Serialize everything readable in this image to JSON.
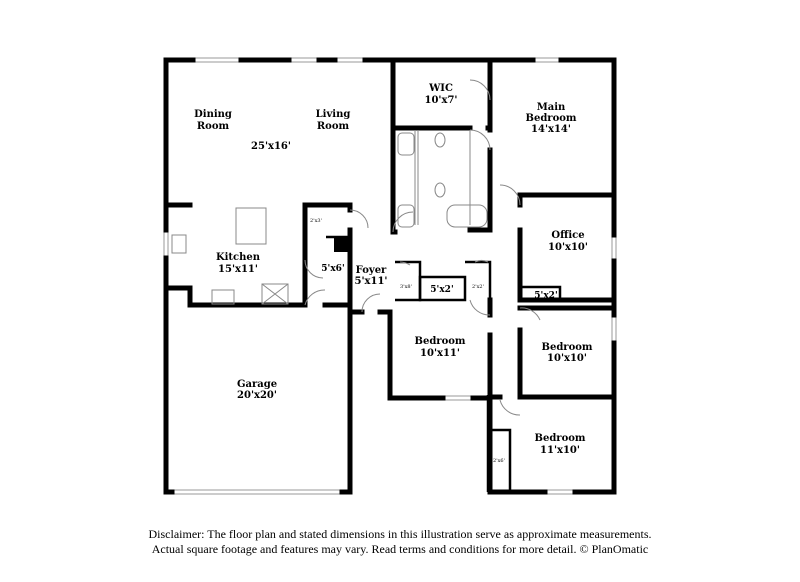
{
  "rooms": [
    {
      "name": "Dining\nRoom",
      "line1": "Dining",
      "line2": "Room"
    },
    {
      "line1": "Living",
      "line2": "Room",
      "dims": "25'x16'"
    },
    {
      "line1": "WIC",
      "line2": "10'x7'"
    },
    {
      "line1": "Main",
      "line2": "Bedroom",
      "dims": "14'x14'"
    },
    {
      "line1": "Kitchen",
      "line2": "15'x11'"
    },
    {
      "line1": "Office",
      "line2": "10'x10'"
    },
    {
      "line1": "Foyer",
      "line2": "5'x11'"
    },
    {
      "line1": "Bedroom",
      "line2": "10'x11'"
    },
    {
      "line1": "Bedroom",
      "line2": "10'x10'"
    },
    {
      "line1": "Garage",
      "line2": "20'x20'"
    },
    {
      "line1": "Bedroom",
      "line2": "11'x10'"
    }
  ],
  "small_labels": {
    "laundry": "5'x6'",
    "closet_a": "2'x3'",
    "closet_b": "3'x8'",
    "hall_closet_1": "5'x2'",
    "closet_c": "2'x2'",
    "hall_closet_2": "5'x2'",
    "closet_d": "2'x6'"
  },
  "disclaimer": {
    "line1": "Disclaimer: The floor plan and stated dimensions in this illustration serve as approximate measurements.",
    "line2": "Actual square footage and features may vary. Read terms and conditions for more detail. © PlanOmatic"
  }
}
